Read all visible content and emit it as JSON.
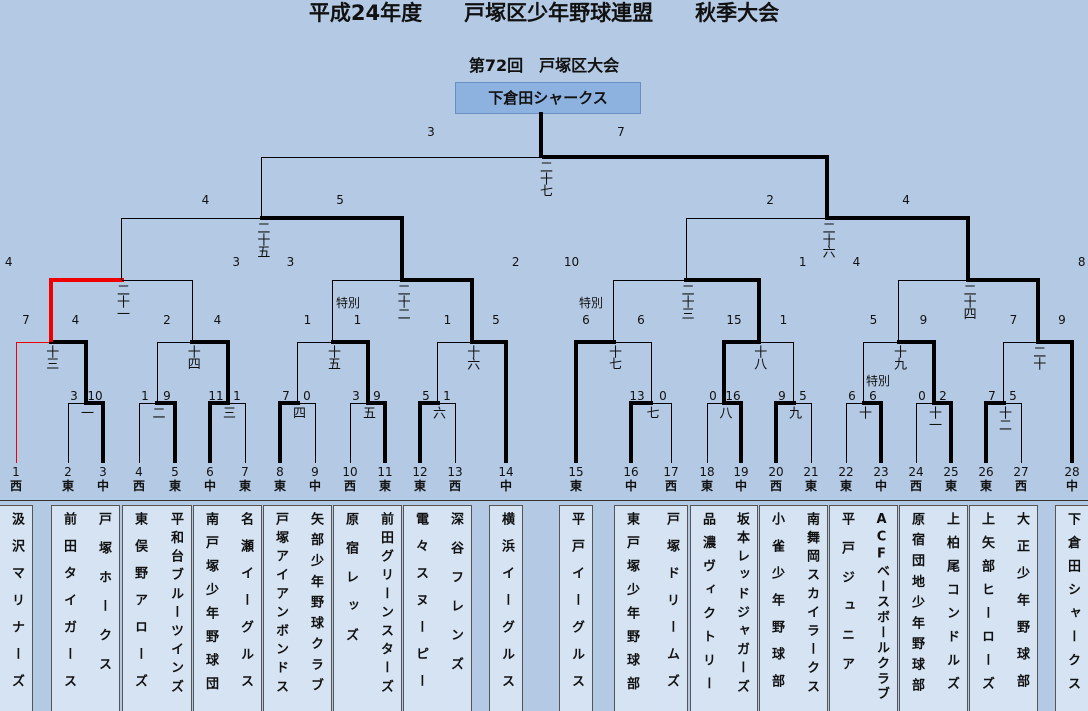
{
  "title": "平成24年度　　戸塚区少年野球連盟　　秋季大会",
  "subtitle": "第72回　戸塚区大会",
  "champion": "下倉田シャークス",
  "teams": [
    {
      "num": "1",
      "area": "西",
      "name": "汲沢マリナーズ"
    },
    {
      "num": "2",
      "area": "東",
      "name": "前田タイガース"
    },
    {
      "num": "3",
      "area": "中",
      "name": "戸塚ホークス"
    },
    {
      "num": "4",
      "area": "西",
      "name": "東俣野アローズ"
    },
    {
      "num": "5",
      "area": "東",
      "name": "平和台ブルーツインズ"
    },
    {
      "num": "6",
      "area": "中",
      "name": "南戸塚少年野球団"
    },
    {
      "num": "7",
      "area": "東",
      "name": "名瀬イーグルス"
    },
    {
      "num": "8",
      "area": "東",
      "name": "戸塚アイアンボンドス"
    },
    {
      "num": "9",
      "area": "中",
      "name": "矢部少年野球クラブ"
    },
    {
      "num": "10",
      "area": "西",
      "name": "原宿レッズ"
    },
    {
      "num": "11",
      "area": "東",
      "name": "前田グリーンスターズ"
    },
    {
      "num": "12",
      "area": "東",
      "name": "電々スヌーピー"
    },
    {
      "num": "13",
      "area": "西",
      "name": "深谷フレンズ"
    },
    {
      "num": "14",
      "area": "中",
      "name": "横浜イーグルス"
    },
    {
      "num": "15",
      "area": "東",
      "name": "平戸イーグルス"
    },
    {
      "num": "16",
      "area": "中",
      "name": "東戸塚少年野球部"
    },
    {
      "num": "17",
      "area": "西",
      "name": "戸塚ドリームズ"
    },
    {
      "num": "18",
      "area": "東",
      "name": "品濃ヴィクトリー"
    },
    {
      "num": "19",
      "area": "中",
      "name": "坂本レッドジャガーズ"
    },
    {
      "num": "20",
      "area": "西",
      "name": "小雀少年野球部"
    },
    {
      "num": "21",
      "area": "東",
      "name": "南舞岡スカイラークス"
    },
    {
      "num": "22",
      "area": "東",
      "name": "平戸ジュニア"
    },
    {
      "num": "23",
      "area": "中",
      "name": "ACFベースボールクラブ"
    },
    {
      "num": "24",
      "area": "西",
      "name": "原宿団地少年野球部"
    },
    {
      "num": "25",
      "area": "東",
      "name": "上柏尾コンドルズ"
    },
    {
      "num": "26",
      "area": "東",
      "name": "上矢部ヒーローズ"
    },
    {
      "num": "27",
      "area": "西",
      "name": "大正少年野球部"
    },
    {
      "num": "28",
      "area": "中",
      "name": "下倉田シャークス"
    }
  ],
  "game_labels": [
    "一",
    "二",
    "三",
    "四",
    "五",
    "六",
    "七",
    "八",
    "九",
    "十",
    "十一",
    "十二",
    "十三",
    "十四",
    "十五",
    "十六",
    "十七",
    "十八",
    "十九",
    "二十",
    "二十一",
    "二十二",
    "二十三",
    "二十四",
    "二十五",
    "二十六",
    "二十七"
  ],
  "annotations": {
    "special": "特別"
  },
  "scores": {
    "final": [
      "3",
      "7"
    ],
    "g25": [
      "4",
      "5"
    ],
    "g26": [
      "2",
      "4"
    ],
    "g21": [
      "4",
      "3"
    ],
    "g22": [
      "3",
      "2"
    ],
    "g23": [
      "10",
      "1"
    ],
    "g24": [
      "4",
      "8"
    ],
    "g13": [
      "7",
      "4"
    ],
    "g14": [
      "2",
      "4"
    ],
    "g15": [
      "1",
      "1"
    ],
    "g16": [
      "1",
      "5"
    ],
    "g17": [
      "6",
      "6"
    ],
    "g18": [
      "15",
      "1"
    ],
    "g19": [
      "5",
      "9"
    ],
    "g20": [
      "7",
      "9"
    ],
    "g1": [
      "3",
      "10"
    ],
    "g2": [
      "1",
      "9"
    ],
    "g3": [
      "11",
      "1"
    ],
    "g4": [
      "7",
      "0"
    ],
    "g5": [
      "3",
      "9"
    ],
    "g6": [
      "5",
      "1"
    ],
    "g7": [
      "13",
      "0"
    ],
    "g8": [
      "0",
      "16"
    ],
    "g9": [
      "9",
      "5"
    ],
    "g10": [
      "6",
      "6"
    ],
    "g11": [
      "0",
      "2"
    ],
    "g12": [
      "7",
      "5"
    ]
  }
}
